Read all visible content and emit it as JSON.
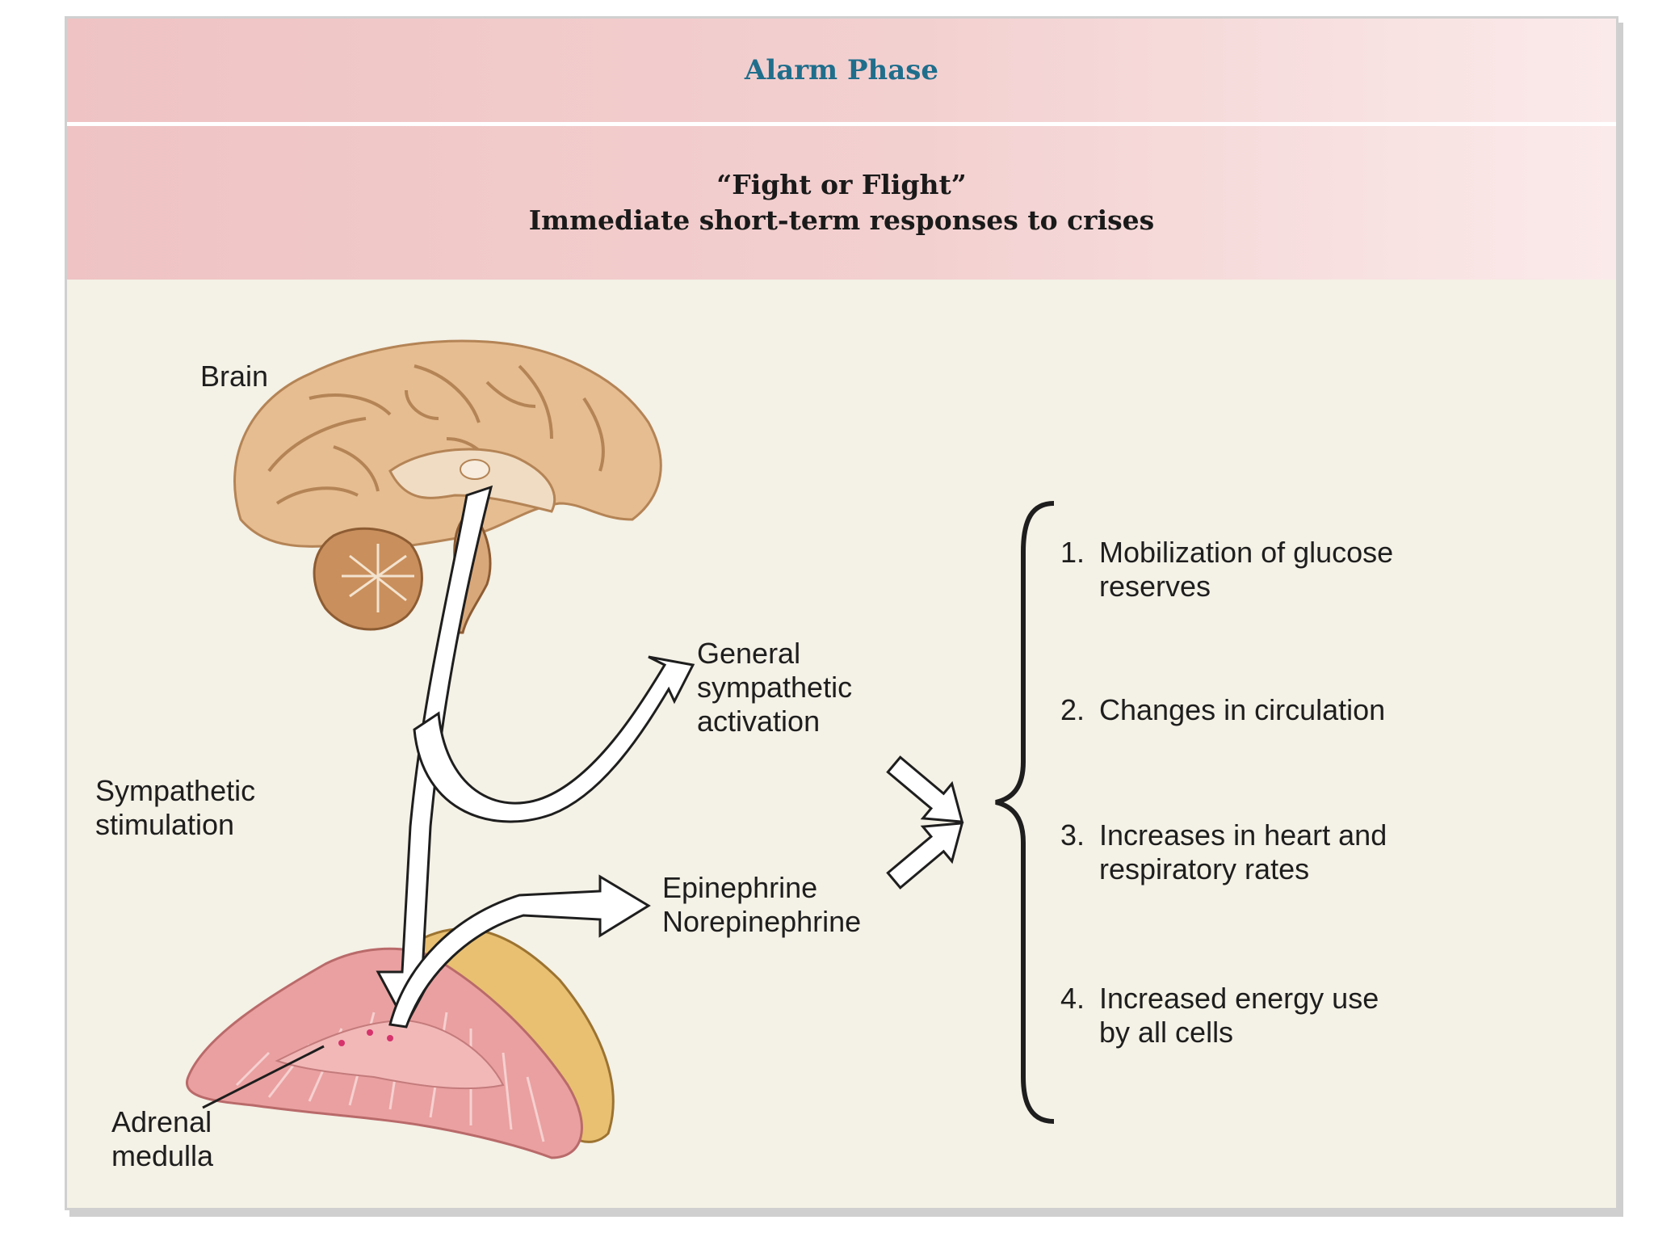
{
  "header": {
    "phase_title": "Alarm Phase",
    "subtitle_line1": "“Fight or Flight”",
    "subtitle_line2": "Immediate short-term responses to crises"
  },
  "labels": {
    "brain": "Brain",
    "sympathetic_stimulation": [
      "Sympathetic",
      "stimulation"
    ],
    "adrenal_medulla": [
      "Adrenal",
      "medulla"
    ],
    "general_activation": [
      "General",
      "sympathetic",
      "activation"
    ],
    "hormones": [
      "Epinephrine",
      "Norepinephrine"
    ]
  },
  "responses": [
    {
      "number": "1.",
      "text": "Mobilization of glucose reserves"
    },
    {
      "number": "2.",
      "text": "Changes in circulation"
    },
    {
      "number": "3.",
      "text": "Increases in heart and respiratory rates"
    },
    {
      "number": "4.",
      "text": "Increased energy use by all cells"
    }
  ],
  "colors": {
    "header_band": "#efc3c3",
    "title_teal": "#1f6e8c",
    "panel_bg": "#f4f1e6",
    "brain_tan": "#e3b98c",
    "adrenal_pink": "#e89b9b"
  }
}
